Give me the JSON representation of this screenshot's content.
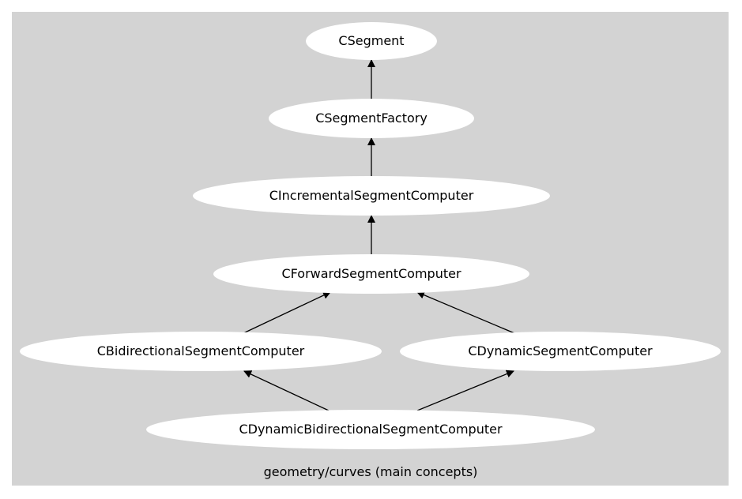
{
  "cluster": {
    "label": "geometry/curves (main concepts)"
  },
  "colors": {
    "cluster_fill": "#d3d3d3",
    "node_fill": "#ffffff",
    "edge": "#000000",
    "text": "#000000"
  },
  "nodes": {
    "segment": "CSegment",
    "segment_factory": "CSegmentFactory",
    "incremental": "CIncrementalSegmentComputer",
    "forward": "CForwardSegmentComputer",
    "bidirectional": "CBidirectionalSegmentComputer",
    "dynamic": "CDynamicSegmentComputer",
    "dynamic_bidirectional": "CDynamicBidirectionalSegmentComputer"
  },
  "edges": [
    {
      "from": "segment_factory",
      "to": "segment",
      "type": "inheritance"
    },
    {
      "from": "incremental",
      "to": "segment_factory",
      "type": "inheritance"
    },
    {
      "from": "forward",
      "to": "incremental",
      "type": "inheritance"
    },
    {
      "from": "bidirectional",
      "to": "forward",
      "type": "inheritance"
    },
    {
      "from": "dynamic",
      "to": "forward",
      "type": "inheritance"
    },
    {
      "from": "dynamic_bidirectional",
      "to": "bidirectional",
      "type": "inheritance"
    },
    {
      "from": "dynamic_bidirectional",
      "to": "dynamic",
      "type": "inheritance"
    }
  ]
}
